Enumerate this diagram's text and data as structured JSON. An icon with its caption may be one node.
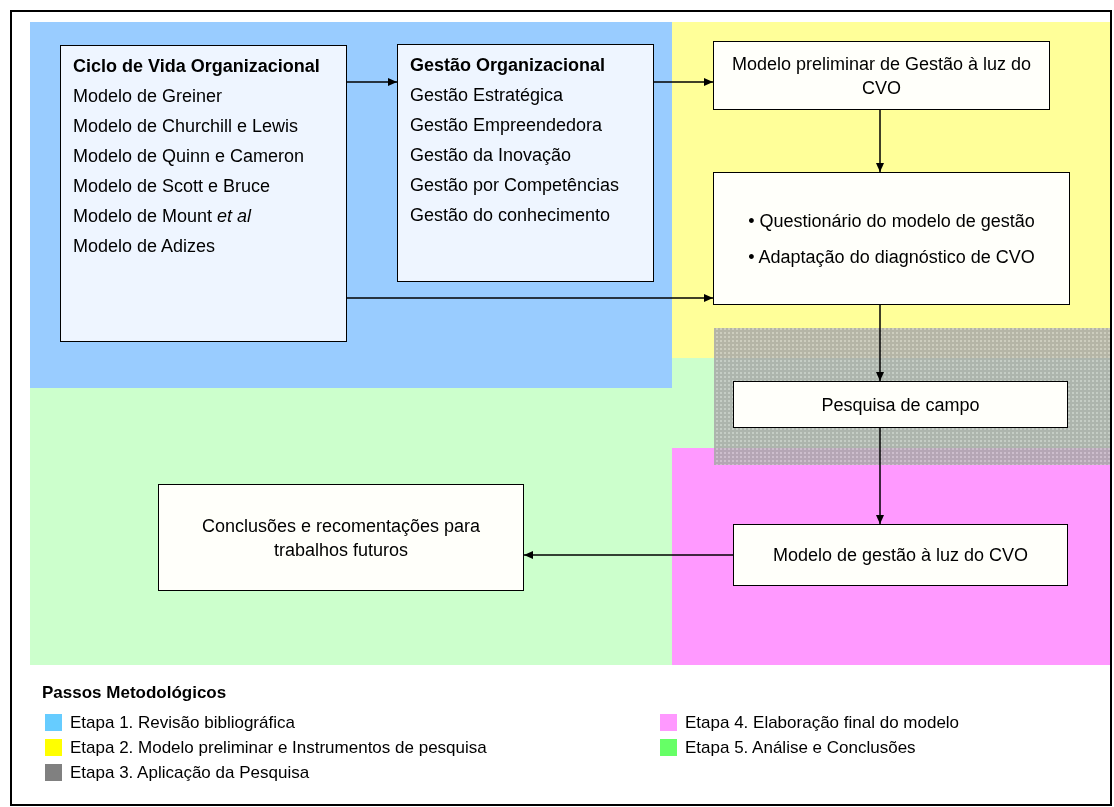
{
  "diagram": {
    "nodes": [
      {
        "text": [
          "Ciclo de Vida Organizacional",
          "Modelo de Greiner",
          "Modelo de Churchill e Lewis",
          "Modelo de Quinn e Cameron",
          "Modelo de Scott e Bruce",
          "Modelo de Mount *et al*",
          "Modelo de Adizes"
        ]
      },
      {
        "text": [
          "Gestão Organizacional",
          "Gestão Estratégica",
          "Gestão Empreendedora",
          "Gestão da Inovação",
          "Gestão por Competências",
          "Gestão do conhecimento"
        ]
      },
      {
        "text": [
          "Modelo preliminar de Gestão à luz do CVO"
        ]
      },
      {
        "text": [
          "• Questionário do modelo de gestão",
          "• Adaptação do diagnóstico de CVO"
        ]
      },
      {
        "text": [
          "Pesquisa de campo"
        ]
      },
      {
        "text": [
          "Modelo de gestão à luz do CVO"
        ]
      },
      {
        "text": [
          "Conclusões e recomentações para trabalhos futuros"
        ]
      }
    ],
    "edges": [
      {
        "from": 0,
        "to": 1,
        "arrow": "to"
      },
      {
        "from": 1,
        "to": 2,
        "arrow": "to"
      },
      {
        "from": 0,
        "to": 3,
        "arrow": "to"
      },
      {
        "from": 2,
        "to": 3,
        "arrow": "to"
      },
      {
        "from": 3,
        "to": 4,
        "arrow": "to"
      },
      {
        "from": 4,
        "to": 5,
        "arrow": "to"
      },
      {
        "from": 5,
        "to": 6,
        "arrow": "to"
      }
    ],
    "labels": [
      "Passos Metodológicos"
    ],
    "legend": [
      {
        "text": "Etapa 1. Revisão bibliográfica",
        "color": "#66ccff"
      },
      {
        "text": "Etapa 2. Modelo preliminar e Instrumentos de pesquisa",
        "color": "#ffff00"
      },
      {
        "text": "Etapa 3. Aplicação da Pesquisa",
        "color": "#808080"
      },
      {
        "text": "Etapa 4. Elaboração final do modelo",
        "color": "#ff99ff"
      },
      {
        "text": "Etapa 5. Análise e Conclusões",
        "color": "#66ff66"
      }
    ]
  }
}
